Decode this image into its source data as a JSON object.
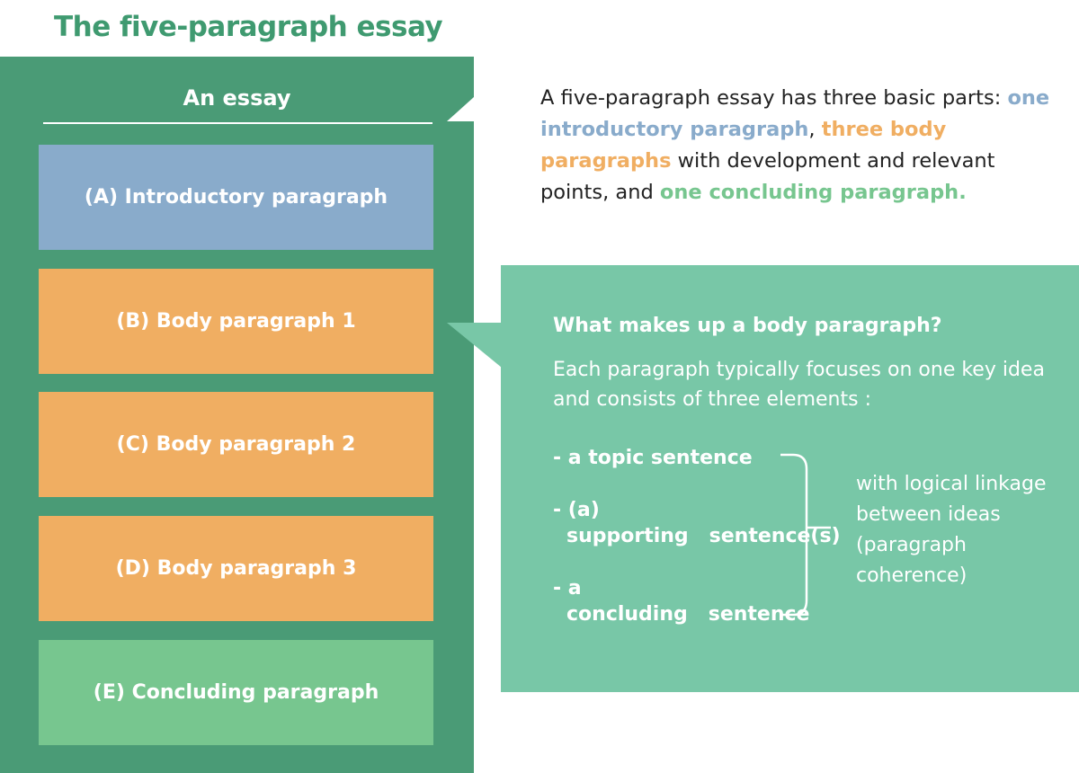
{
  "title": "The five-paragraph essay",
  "essay": {
    "heading": "An essay",
    "parts": [
      {
        "label": "(A) Introductory paragraph",
        "color": "#89abcb"
      },
      {
        "label": "(B) Body paragraph 1",
        "color": "#f0ae62"
      },
      {
        "label": "(C) Body paragraph 2",
        "color": "#f0ae62"
      },
      {
        "label": "(D) Body paragraph 3",
        "color": "#f0ae62"
      },
      {
        "label": "(E) Concluding paragraph",
        "color": "#77c68f"
      }
    ]
  },
  "intro": {
    "t1": "A five-paragraph essay has three basic parts: ",
    "h1": "one introductory paragraph",
    "t2": ", ",
    "h2": "three body paragraphs",
    "t3": " with development and relevant points, and ",
    "h3": "one concluding paragraph",
    "t4": "."
  },
  "callout": {
    "question": "What makes up a body paragraph?",
    "description": "Each paragraph typically focuses on one key idea and consists of three elements :",
    "elements": [
      "- a topic sentence",
      "- (a) supporting   sentence(s)",
      "- a concluding   sentence"
    ],
    "linkage": "with logical linkage between ideas (paragraph coherence)"
  }
}
